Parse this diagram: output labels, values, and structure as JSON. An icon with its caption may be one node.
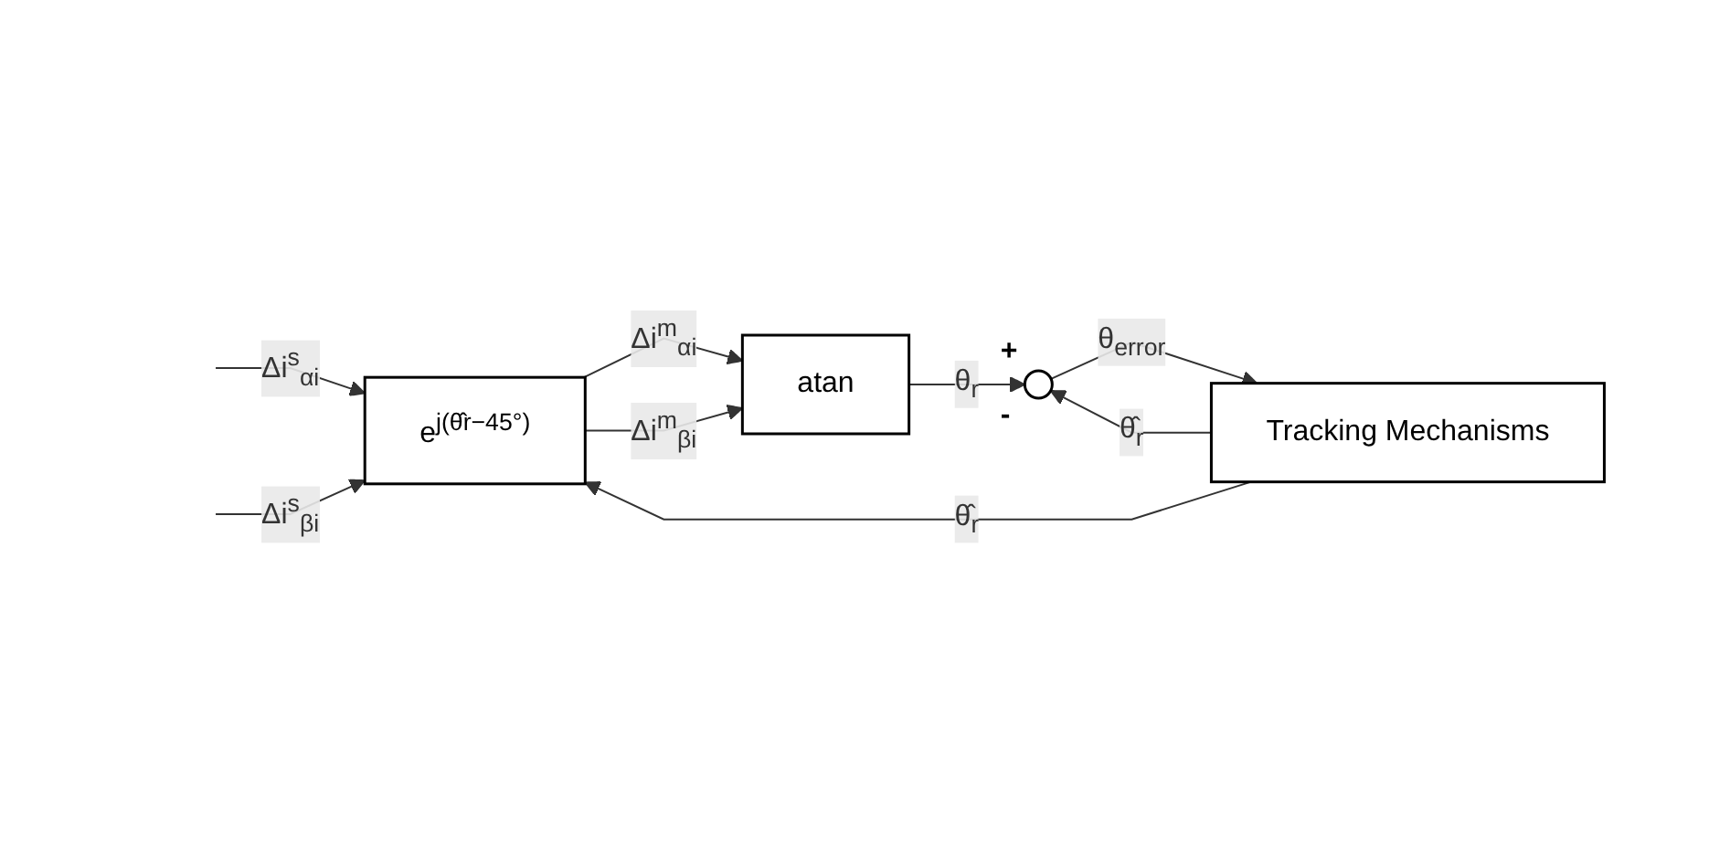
{
  "diagram": {
    "nodes": [
      {
        "text": [
          "e$^{j(θ̂r−45°)}$"
        ]
      },
      {
        "text": [
          "atan"
        ]
      },
      {
        "text": [],
        "shape": "circle",
        "beside": [
          "+",
          "-"
        ]
      },
      {
        "text": [
          "Tracking Mechanisms"
        ]
      }
    ],
    "edges": [
      {
        "from": null,
        "to": 0,
        "arrow": "to",
        "label": "Δi$^{s}$$_{αi}$"
      },
      {
        "from": null,
        "to": 0,
        "arrow": "to",
        "label": "Δi$^{s}$$_{βi}$"
      },
      {
        "from": 0,
        "to": 1,
        "arrow": "to",
        "label": "Δi$^{m}$$_{αi}$"
      },
      {
        "from": 0,
        "to": 1,
        "arrow": "to",
        "label": "Δi$^{m}$$_{βi}$"
      },
      {
        "from": 1,
        "to": 2,
        "arrow": "to",
        "label": "θ$_{r}$"
      },
      {
        "from": 2,
        "to": 3,
        "arrow": "to",
        "label": "θ$_{error}$"
      },
      {
        "from": 3,
        "to": 0,
        "arrow": "to",
        "label": "θ̂$_{r}$"
      },
      {
        "from": 3,
        "to": 2,
        "arrow": "to",
        "label": "θ̂$_{r}$"
      }
    ]
  }
}
